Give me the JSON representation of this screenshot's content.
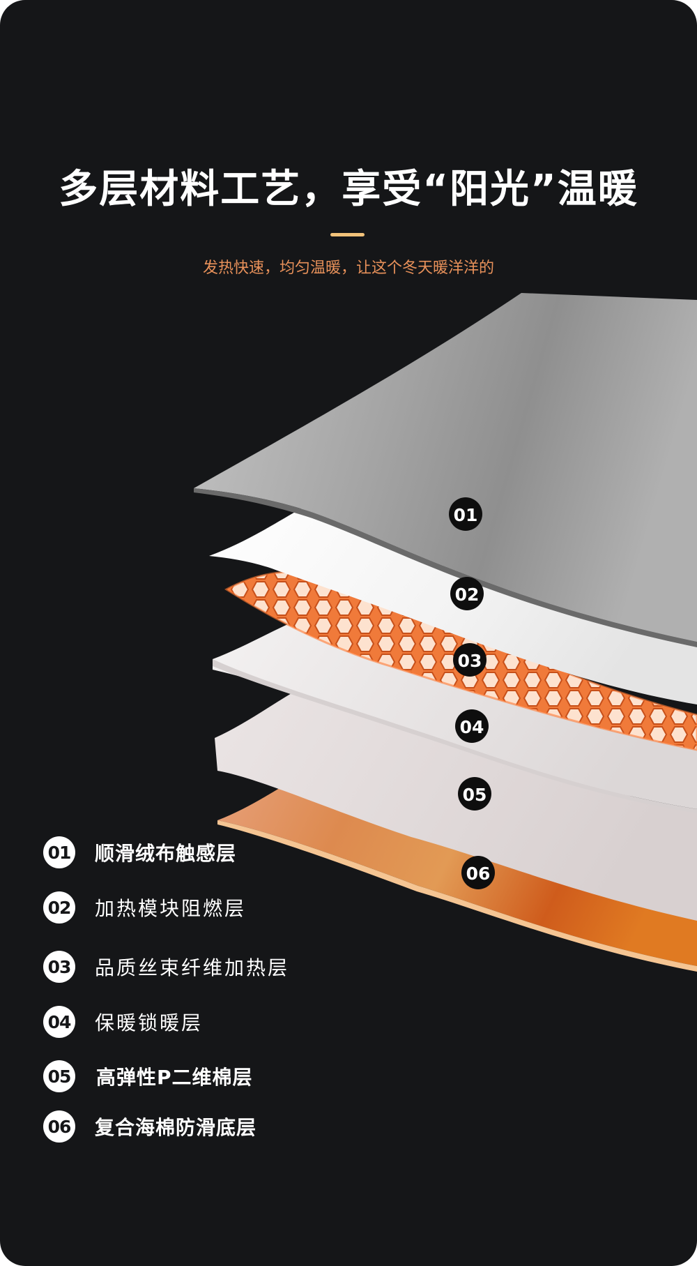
{
  "header": {
    "title": "多层材料工艺，享受“阳光”温暖",
    "subtitle": "发热快速，均匀温暖，让这个冬天暖洋洋的"
  },
  "layers": {
    "badges": [
      "01",
      "02",
      "03",
      "04",
      "05",
      "06"
    ]
  },
  "legend": {
    "items": [
      {
        "num": "01",
        "label": "顺滑绒布触感层"
      },
      {
        "num": "02",
        "label": "加热模块阻燃层"
      },
      {
        "num": "03",
        "label": "品质丝束纤维加热层"
      },
      {
        "num": "04",
        "label": "保暖锁暖层"
      },
      {
        "num": "05",
        "label": "高弹性P二维棉层"
      },
      {
        "num": "06",
        "label": "复合海棉防滑底层"
      }
    ]
  },
  "colors": {
    "background": "#151618",
    "accent_line": "#f2c27a",
    "subtitle": "#e8915a",
    "heating_layer": "#f07a3a",
    "base_layer": "#d9692a"
  }
}
